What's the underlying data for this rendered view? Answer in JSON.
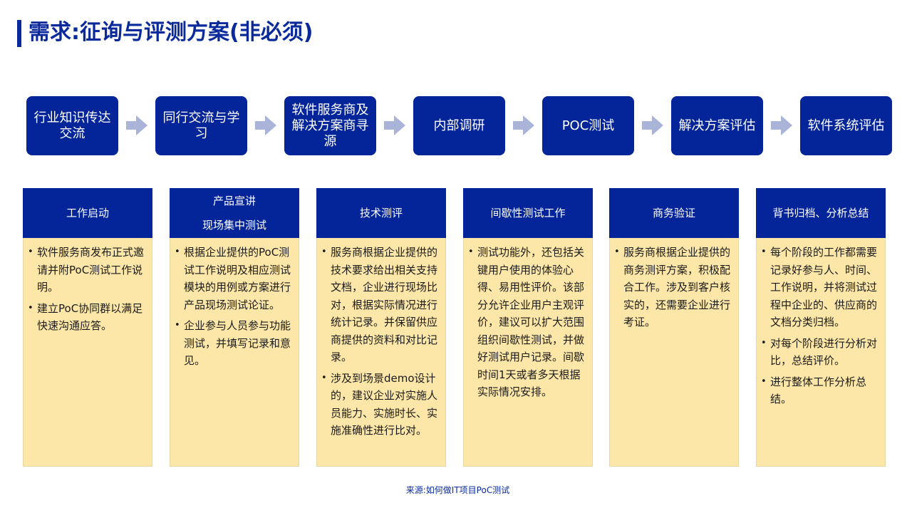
{
  "title": "需求:征询与评测方案(非必须)",
  "flow_steps": [
    "行业知识传达交流",
    "同行交流与学习",
    "软件服务商及解决方案商寻源",
    "内部调研",
    "POC测试",
    "解决方案评估",
    "软件系统评估"
  ],
  "columns": [
    {
      "heading": [
        "工作启动"
      ],
      "items": [
        "软件服务商发布正式邀请并附PoC测试工作说明。",
        "建立PoC协同群以满足快速沟通应答。"
      ]
    },
    {
      "heading": [
        "产品宣讲",
        "现场集中测试"
      ],
      "items": [
        "根据企业提供的PoC测试工作说明及相应测试模块的用例或方案进行产品现场测试论证。",
        "企业参与人员参与功能测试，并填写记录和意见。"
      ]
    },
    {
      "heading": [
        "技术测评"
      ],
      "items": [
        "服务商根据企业提供的技术要求给出相关支持文档，企业进行现场比对，根据实际情况进行统计记录。并保留供应商提供的资料和对比记录。",
        "涉及到场景demo设计的，建议企业对实施人员能力、实施时长、实施准确性进行比对。"
      ]
    },
    {
      "heading": [
        "间歇性测试工作"
      ],
      "items": [
        "测试功能外，还包括关键用户使用的体验心得、易用性评价。该部分允许企业用户主观评价，建议可以扩大范围组织间歇性测试，并做好测试用户记录。间歇时间1天或者多天根据实际情况安排。"
      ]
    },
    {
      "heading": [
        "商务验证"
      ],
      "items": [
        "服务商根据企业提供的商务测评方案，积极配合工作。涉及到客户核实的，还需要企业进行考证。"
      ]
    },
    {
      "heading": [
        "背书归档、分析总结"
      ],
      "items": [
        "每个阶段的工作都需要记录好参与人、时间、工作说明，并将测试过程中企业的、供应商的文档分类归档。",
        "对每个阶段进行分析对比，总结评价。",
        "进行整体工作分析总结。"
      ]
    }
  ],
  "source": "来源:如何做IT项目PoC测试",
  "colors": {
    "primary": "#04259a",
    "card_fill": "#fde7a8",
    "arrow": "#aab4d9"
  }
}
